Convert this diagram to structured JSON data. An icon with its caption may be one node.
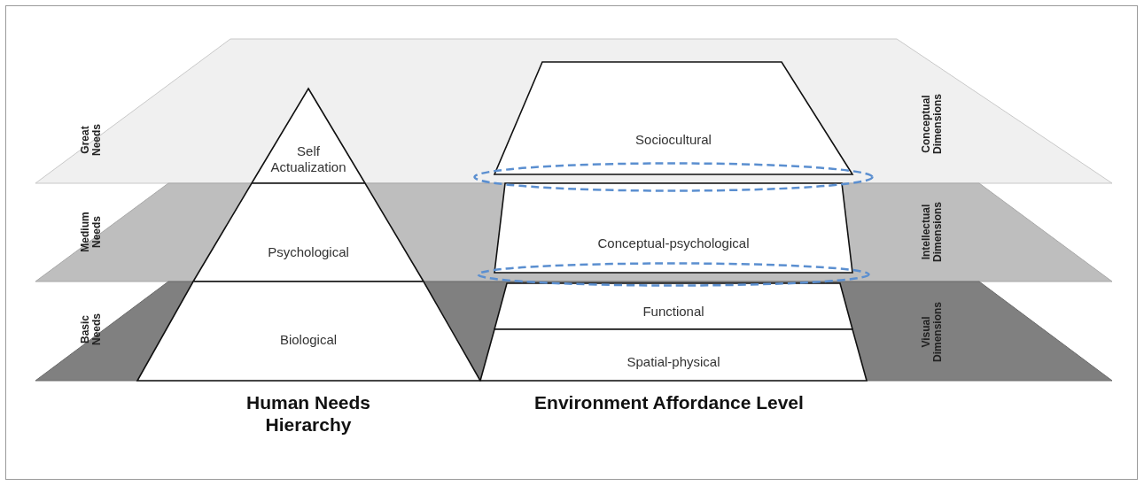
{
  "diagram": {
    "nodes": [
      {
        "text": [
          "Great Needs",
          "Conceptual Dimensions"
        ]
      },
      {
        "text": [
          "Medium Needs",
          "Intellectual Dimensions"
        ]
      },
      {
        "text": [
          "Basic Needs",
          "Visual Dimensions"
        ]
      },
      {
        "text": [
          "Self Actualization"
        ],
        "in": 0
      },
      {
        "text": [
          "Psychological"
        ],
        "in": 1
      },
      {
        "text": [
          "Biological"
        ],
        "in": 2
      },
      {
        "text": [
          "Sociocultural"
        ],
        "in": 0
      },
      {
        "text": [
          "Conceptual-psychological"
        ],
        "in": 1
      },
      {
        "text": [
          "Functional"
        ],
        "in": 2
      },
      {
        "text": [
          "Spatial-physical"
        ],
        "in": 2
      },
      {
        "text": [],
        "shape": "ellipse"
      },
      {
        "text": [],
        "shape": "ellipse"
      }
    ],
    "edges": [],
    "labels": [
      "Human Needs Hierarchy",
      "Environment Affordance Level"
    ]
  }
}
